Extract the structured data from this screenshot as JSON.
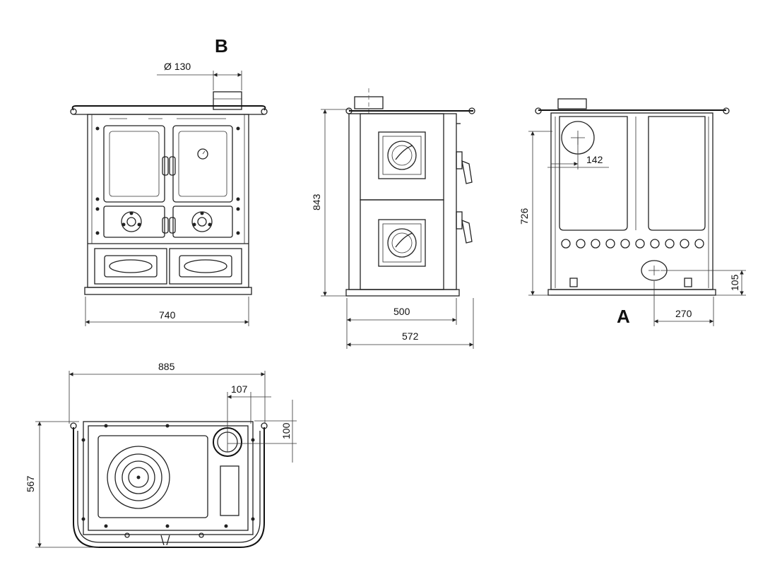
{
  "labels": {
    "flue_outlet_top": "B",
    "flue_outlet_rear": "A"
  },
  "dimensions": {
    "flue_diameter": "Ø 130",
    "front_width": "740",
    "height": "843",
    "side_depth_body": "500",
    "side_depth_total": "572",
    "rear_height": "726",
    "rear_flue_offset": "142",
    "rear_outlet_height": "105",
    "rear_outlet_side_offset": "270",
    "top_width": "885",
    "top_flue_offset": "107",
    "top_flue_front_offset": "100",
    "top_depth": "567"
  }
}
